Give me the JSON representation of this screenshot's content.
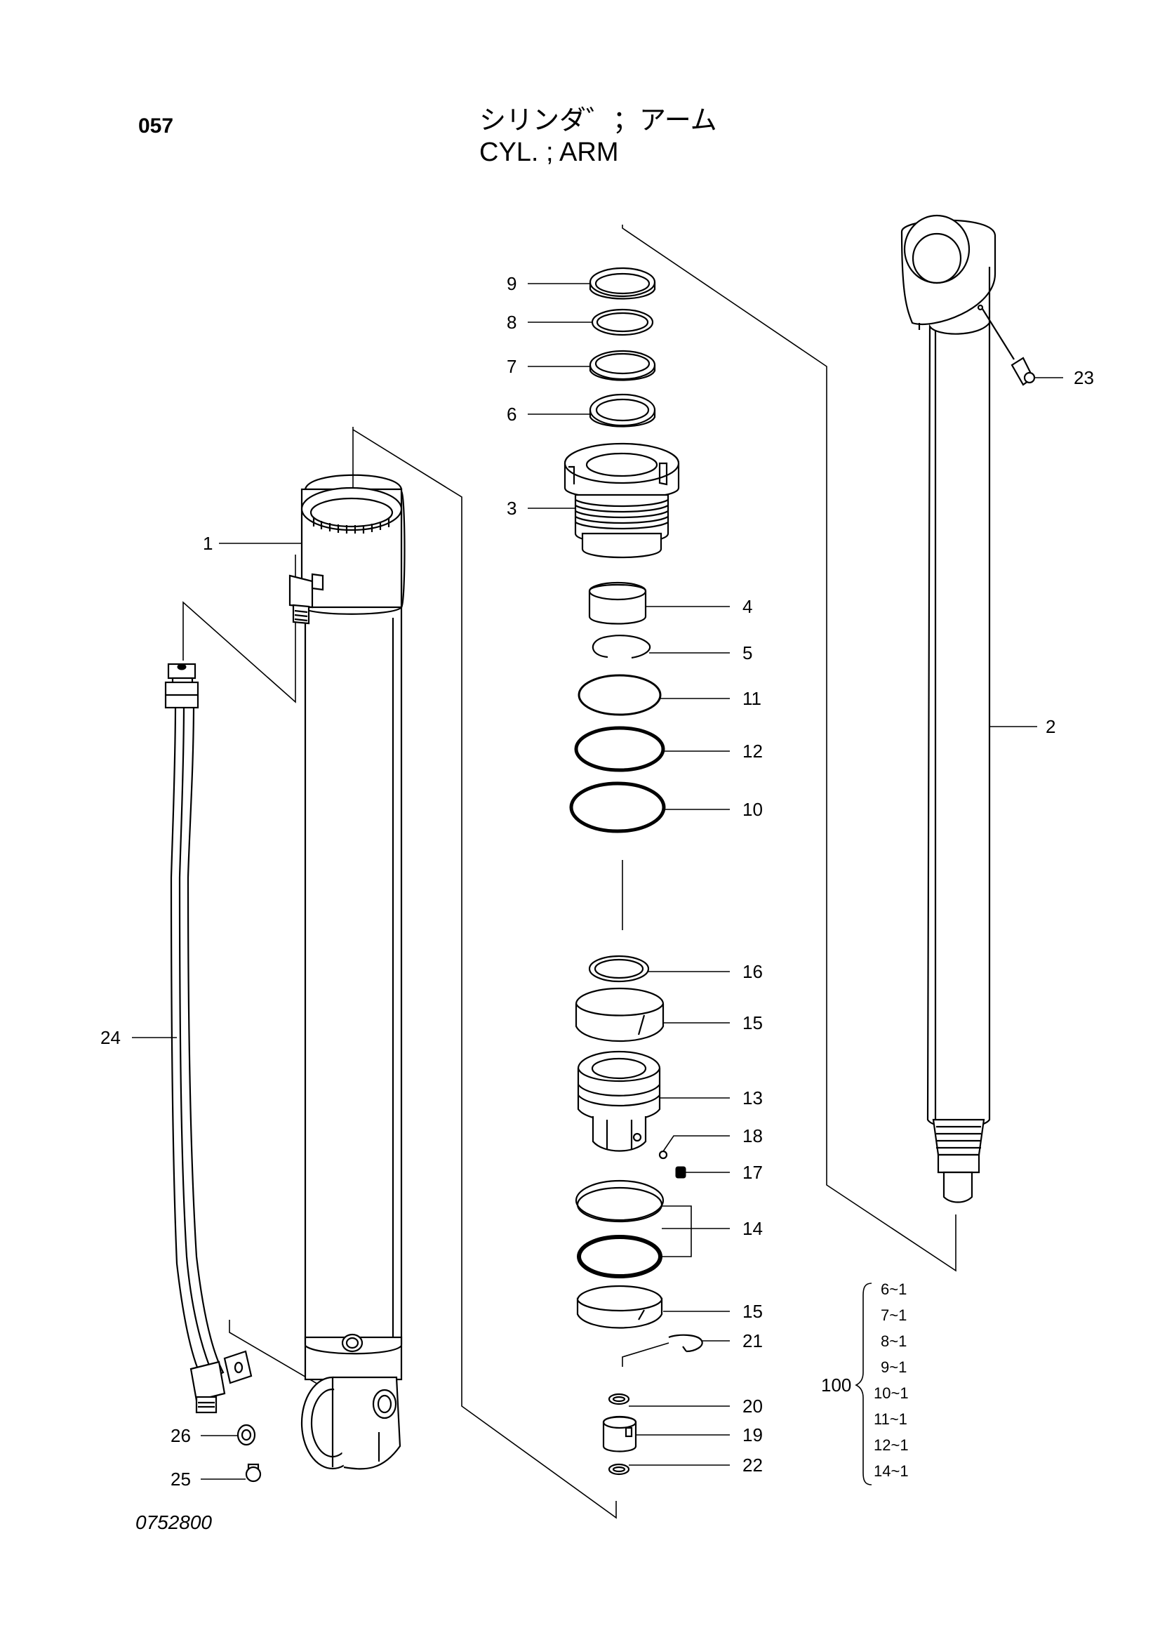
{
  "header": {
    "page_number": "057",
    "title_ja": "シリンダ゛；アーム",
    "title_en": "CYL. ; ARM"
  },
  "footer": {
    "drawing_number": "0752800"
  },
  "parts": [
    {
      "no": "1",
      "part": "cylinder-tube"
    },
    {
      "no": "2",
      "part": "piston-rod"
    },
    {
      "no": "3",
      "part": "cylinder-head"
    },
    {
      "no": "4",
      "part": "bushing"
    },
    {
      "no": "5",
      "part": "snap-ring"
    },
    {
      "no": "6",
      "part": "seal"
    },
    {
      "no": "7",
      "part": "seal"
    },
    {
      "no": "8",
      "part": "ring"
    },
    {
      "no": "9",
      "part": "wiper-ring"
    },
    {
      "no": "10",
      "part": "o-ring"
    },
    {
      "no": "11",
      "part": "ring"
    },
    {
      "no": "12",
      "part": "o-ring"
    },
    {
      "no": "13",
      "part": "piston"
    },
    {
      "no": "14",
      "part": "seal-set"
    },
    {
      "no": "15",
      "part": "wear-ring"
    },
    {
      "no": "15",
      "part": "wear-ring"
    },
    {
      "no": "16",
      "part": "washer"
    },
    {
      "no": "17",
      "part": "set-screw"
    },
    {
      "no": "18",
      "part": "steel-ball"
    },
    {
      "no": "19",
      "part": "cushion-bearing"
    },
    {
      "no": "20",
      "part": "ring"
    },
    {
      "no": "21",
      "part": "stop-ring"
    },
    {
      "no": "22",
      "part": "ring"
    },
    {
      "no": "23",
      "part": "grease-fitting"
    },
    {
      "no": "24",
      "part": "pipe"
    },
    {
      "no": "25",
      "part": "bolt"
    },
    {
      "no": "26",
      "part": "washer"
    }
  ],
  "seal_kit": {
    "label": "100",
    "items": [
      "6~1",
      "7~1",
      "8~1",
      "9~1",
      "10~1",
      "11~1",
      "12~1",
      "14~1"
    ]
  }
}
